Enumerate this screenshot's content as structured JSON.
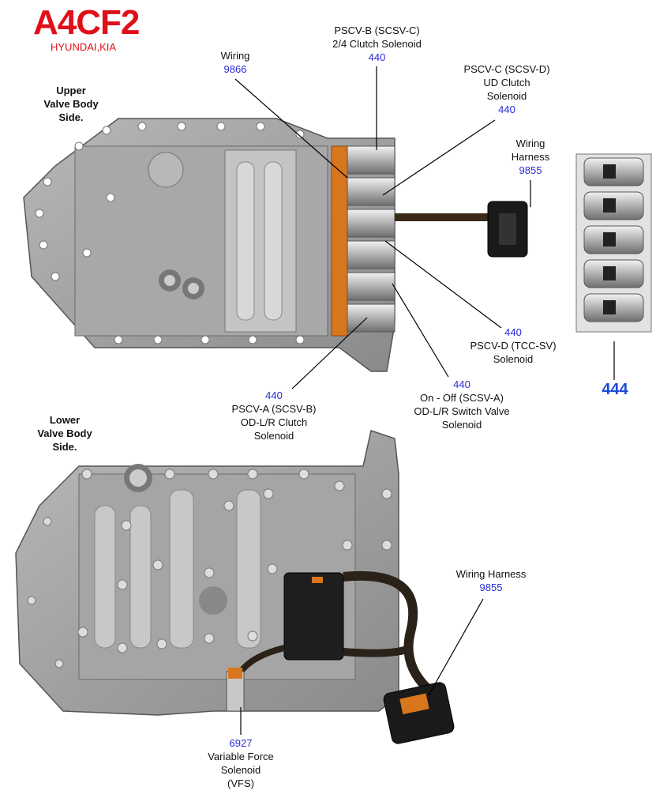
{
  "title": "A4CF2",
  "subtitle": "HYUNDAI,KIA",
  "upper_label": [
    "Upper",
    "Valve Body",
    "Side."
  ],
  "lower_label": [
    "Lower",
    "Valve Body",
    "Side."
  ],
  "callouts": {
    "wiring_upper": {
      "lines": [
        "Wiring"
      ],
      "num": "9866"
    },
    "pscv_b": {
      "lines": [
        "PSCV-B (SCSV-C)",
        "2/4 Clutch Solenoid"
      ],
      "num": "440"
    },
    "pscv_c": {
      "lines": [
        "PSCV-C (SCSV-D)",
        "UD Clutch",
        "Solenoid"
      ],
      "num": "440"
    },
    "harness_upper": {
      "lines": [
        "Wiring",
        "Harness"
      ],
      "num": "9855"
    },
    "pscv_d": {
      "num": "440",
      "lines": [
        "PSCV-D (TCC-SV)",
        "Solenoid"
      ]
    },
    "on_off": {
      "num": "440",
      "lines": [
        "On - Off (SCSV-A)",
        "OD-L/R Switch Valve",
        "Solenoid"
      ]
    },
    "pscv_a": {
      "num": "440",
      "lines": [
        "PSCV-A (SCSV-B)",
        "OD-L/R Clutch",
        "Solenoid"
      ]
    },
    "solenoid_pack": {
      "num": "444"
    },
    "harness_lower": {
      "lines": [
        "Wiring Harness"
      ],
      "num": "9855"
    },
    "vfs": {
      "num": "6927",
      "lines": [
        "Variable Force",
        "Solenoid",
        "(VFS)"
      ]
    }
  },
  "colors": {
    "accent": "#e0101a",
    "part_number": "#2a2ad8",
    "casting": "#9a9a9a",
    "connector": "#d8761e"
  }
}
